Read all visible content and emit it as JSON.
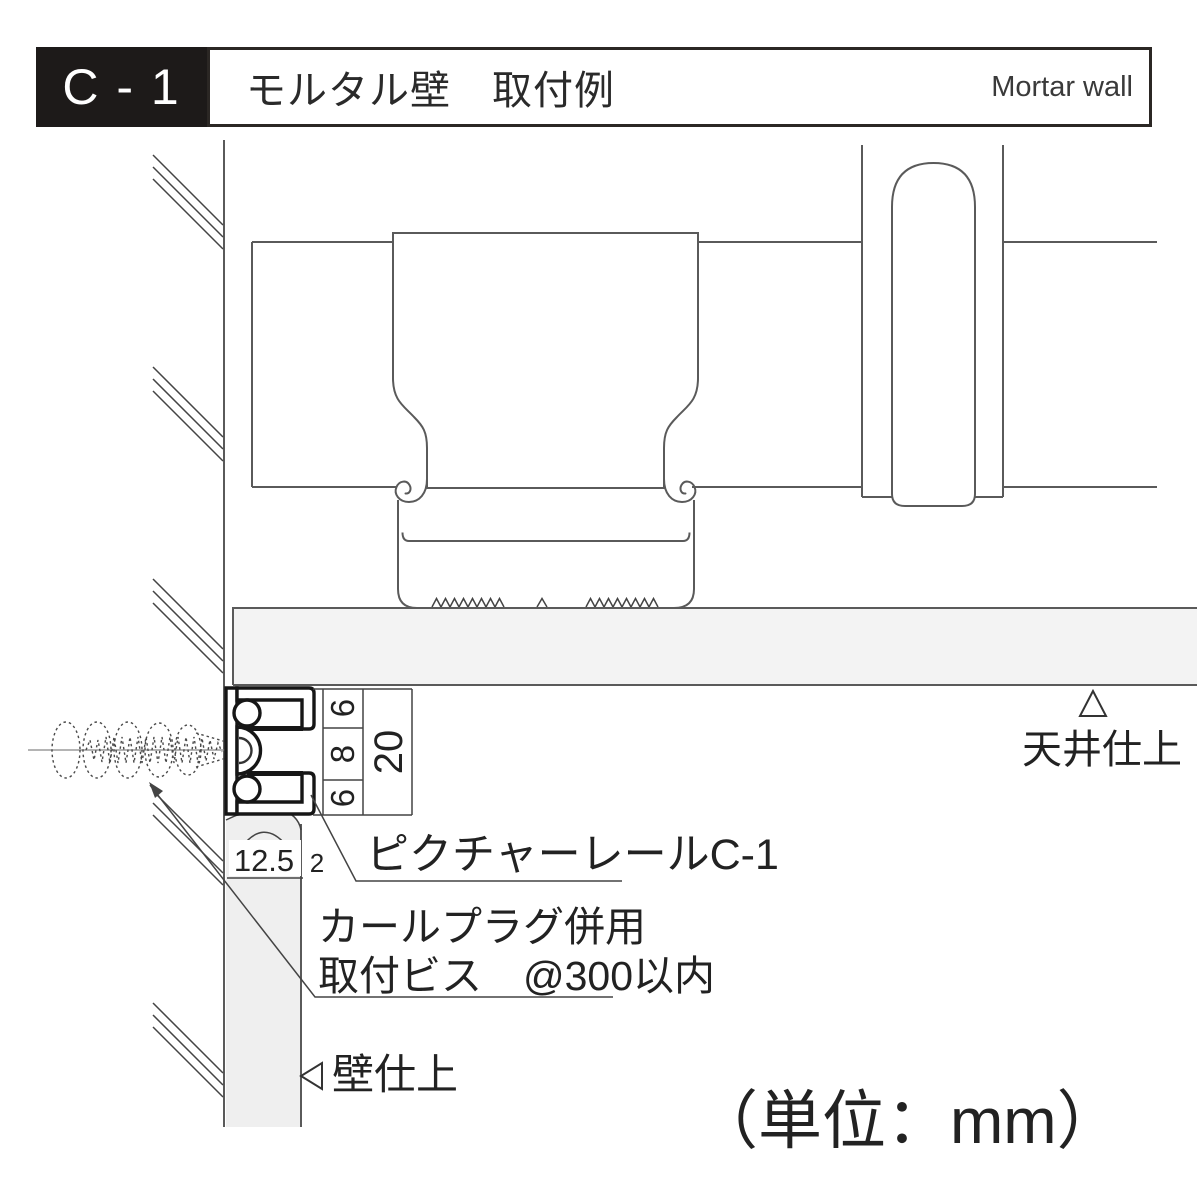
{
  "header": {
    "code": "C - 1",
    "title": "モルタル壁　取付例",
    "subtitle_en": "Mortar wall"
  },
  "diagram": {
    "labels": {
      "ceiling_finish": "天井仕上",
      "rail": "ピクチャーレールC-1",
      "plug_line1": "カールプラグ併用",
      "plug_line2": "取付ビス　@300以内",
      "wall_finish": "壁仕上",
      "unit": "（単位：mm）"
    },
    "dimensions": {
      "seg_top": "6",
      "seg_mid": "8",
      "seg_bottom": "6",
      "total": "20",
      "wall_thickness": "12.5",
      "reveal": "2"
    }
  },
  "colors": {
    "header_bg": "#1d1a19",
    "header_text": "#ffffff",
    "drawing_line": "#5a5a5a",
    "rail_line": "#161616",
    "ceiling_board_fill": "#f3f3f3",
    "mortar_fill": "#efefef",
    "text": "#222222"
  }
}
